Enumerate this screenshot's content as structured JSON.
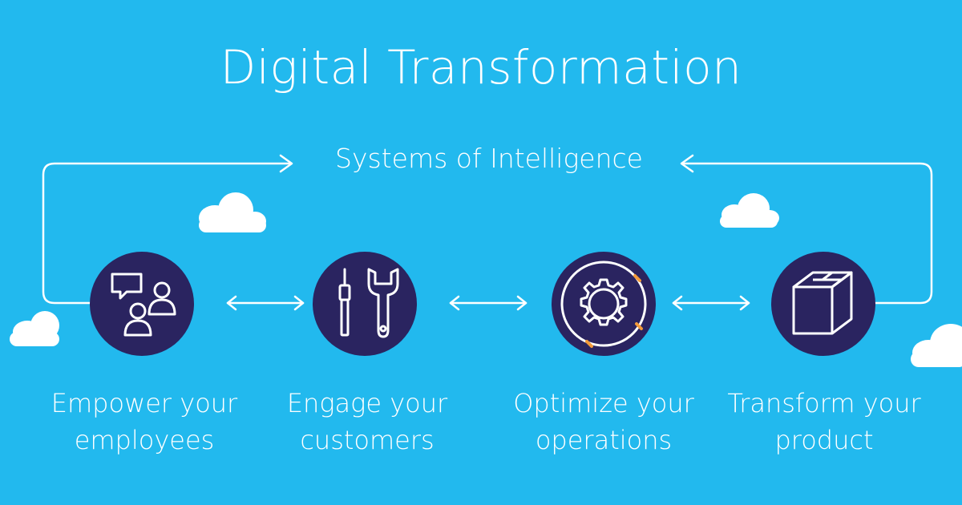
{
  "diagram": {
    "title": "Digital Transformation",
    "subtitle": "Systems of Intelligence",
    "pillars": [
      {
        "line1": "Empower your",
        "line2": "employees",
        "icon": "people-chat-icon"
      },
      {
        "line1": "Engage your",
        "line2": "customers",
        "icon": "tools-icon"
      },
      {
        "line1": "Optimize your",
        "line2": "operations",
        "icon": "gear-icon"
      },
      {
        "line1": "Transform your",
        "line2": "product",
        "icon": "box-icon"
      }
    ],
    "colors": {
      "background": "#22b9ee",
      "circle": "#2a2460",
      "line": "#ffffff",
      "accent": "#f39a3a"
    }
  }
}
